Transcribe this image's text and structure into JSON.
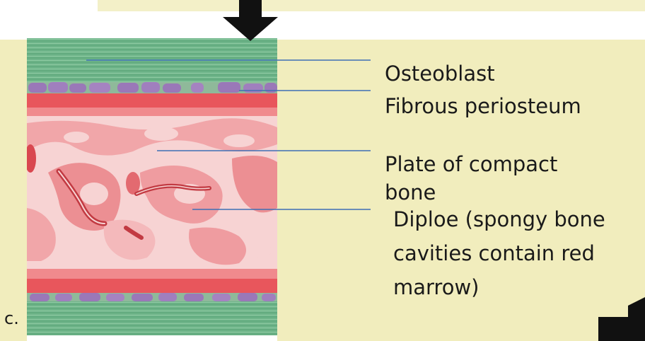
{
  "labels": {
    "osteoblast": "Osteoblast",
    "fibrous_periosteum": "Fibrous periosteum",
    "compact_line1": "Plate of compact",
    "compact_line2": "bone",
    "diploe_line1": "Diploe (spongy bone",
    "diploe_line2": "cavities contain red",
    "diploe_line3": "marrow)"
  },
  "figure_letter": "c.",
  "colors": {
    "panel_background": "#f1edbd",
    "leader_line": "#3f6fb5",
    "periosteum_green": "#6fb58a",
    "compact_bone_red": "#e8565c",
    "spongy_bone_pink": "#f4b9bb",
    "osteoblast_purple": "#9a78b8",
    "arrow": "#111111"
  },
  "icons": {
    "down_arrow": "down-arrow-icon",
    "right_arrow": "right-arrow-icon"
  }
}
